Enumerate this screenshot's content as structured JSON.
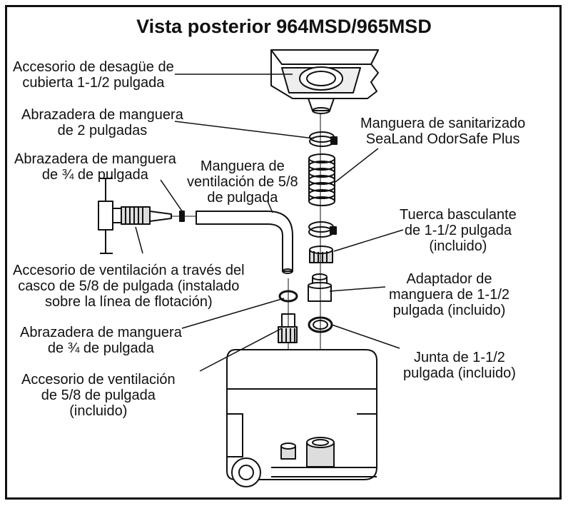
{
  "title": "Vista posterior 964MSD/965MSD",
  "labels": {
    "deck_fitting": [
      "Accesorio de desagüe de",
      "cubierta 1-1/2 pulgada"
    ],
    "hose_clamp_2in": [
      "Abrazadera de manguera",
      "de 2 pulgadas"
    ],
    "sanitation_hose": [
      "Manguera de sanitarizado",
      "SeaLand OdorSafe Plus"
    ],
    "hose_clamp_34_top": [
      "Abrazadera de manguera",
      "de ¾ de pulgada"
    ],
    "vent_hose": [
      "Manguera de",
      "ventilación de 5/8",
      "de pulgada"
    ],
    "swivel_nut": [
      "Tuerca basculante",
      "de 1-1/2 pulgada",
      "(incluido)"
    ],
    "thru_hull_vent": [
      "Accesorio de ventilación a través del",
      "casco de 5/8 de pulgada (instalado",
      "sobre la línea de flotación)"
    ],
    "hose_adapter": [
      "Adaptador de",
      "manguera de 1-1/2",
      "pulgada (incluido)"
    ],
    "hose_clamp_34_bottom": [
      "Abrazadera de manguera",
      "de ¾ de pulgada"
    ],
    "gasket": [
      "Junta de 1-1/2",
      "pulgada (incluido)"
    ],
    "vent_fitting": [
      "Accesorio de ventilación",
      "de 5/8 de pulgada",
      "(incluido)"
    ]
  }
}
